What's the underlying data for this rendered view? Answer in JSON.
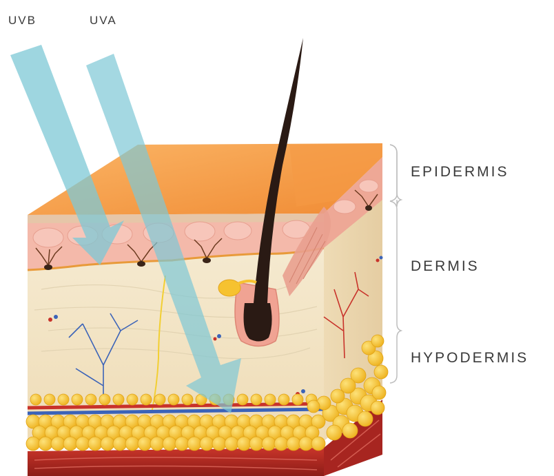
{
  "rays": [
    {
      "label": "UVB",
      "color": "#7ec8d6"
    },
    {
      "label": "UVA",
      "color": "#7ec8d6"
    }
  ],
  "layers": [
    {
      "label": "EPIDERMIS"
    },
    {
      "label": "DERMIS"
    },
    {
      "label": "HYPODERMIS"
    }
  ],
  "colors": {
    "skin_top": "#f7a04b",
    "epidermis": "#f2b3a5",
    "dermis": "#f3e6c8",
    "fat": "#f6c230",
    "muscle": "#b92b22",
    "hair": "#2a1a14",
    "bracket": "#bdbdbd"
  }
}
